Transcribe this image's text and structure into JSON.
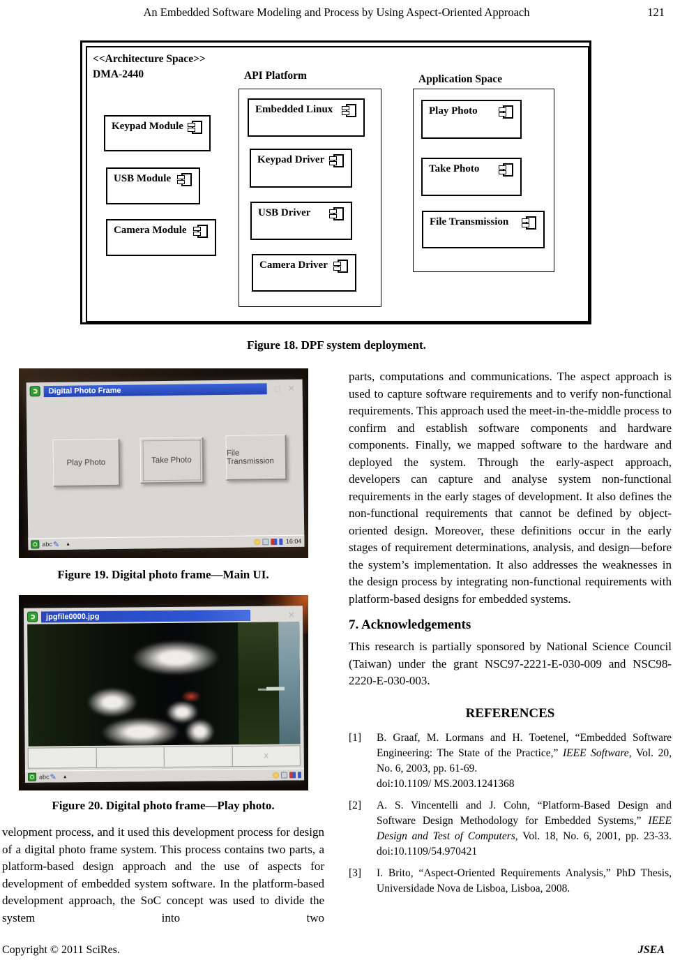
{
  "header": {
    "title": "An Embedded Software Modeling and Process by Using Aspect-Oriented Approach",
    "page_number": "121"
  },
  "figure18": {
    "caption": "Figure 18. DPF system deployment.",
    "stereotype": "<<Architecture Space>>",
    "board": "DMA-2440",
    "modules": [
      "Keypad Module",
      "USB Module",
      "Camera Module"
    ],
    "api_platform": {
      "label": "API Platform",
      "components": [
        "Embedded Linux",
        "Keypad Driver",
        "USB Driver",
        "Camera Driver"
      ]
    },
    "application_space": {
      "label": "Application Space",
      "components": [
        "Play Photo",
        "Take Photo",
        "File Transmission"
      ]
    }
  },
  "figure19": {
    "caption": "Figure 19. Digital photo frame—Main UI.",
    "window_title": "Digital Photo Frame",
    "buttons": [
      "Play Photo",
      "Take Photo",
      "File Transmission"
    ],
    "taskbar": {
      "input_label": "abc",
      "time": "16:04"
    }
  },
  "figure20": {
    "caption": "Figure 20. Digital photo frame—Play photo.",
    "window_title": "jpgfile0000.jpg",
    "buttons": [
      "",
      "",
      "",
      "X"
    ],
    "taskbar": {
      "input_label": "abc"
    }
  },
  "left_column": {
    "paragraph": "velopment process, and it used this development process for design of a digital photo frame system. This process contains two parts, a platform-based design approach and the use of aspects for development of embedded system software. In the platform-based development approach, the SoC concept was used to divide the system into two"
  },
  "right_column": {
    "paragraph": "parts, computations and communications. The aspect approach is used to capture software requirements and to verify non-functional requirements. This approach used the meet-in-the-middle process to confirm and establish software components and hardware components. Finally, we mapped software to the hardware and deployed the system. Through the early-aspect approach, developers can capture and analyse system non-functional requirements in the early stages of development. It also defines the non-functional requirements that cannot be defined by object-oriented design. Moreover, these definitions occur in the early stages of requirement determinations, analysis, and design—before the system’s implementation. It also addresses the weaknesses in the design process by integrating non-functional requirements with platform-based designs for embedded systems.",
    "ack_heading": "7. Acknowledgements",
    "ack_text": "This research is partially sponsored by National Science Council (Taiwan) under the grant NSC97-2221-E-030-009 and NSC98-2220-E-030-003.",
    "references_heading": "REFERENCES",
    "references": [
      {
        "num": "[1]",
        "before": "B. Graaf, M. Lormans and H. Toetenel, “Embedded Software Engineering: The State of the Practice,” ",
        "italic": "IEEE Software",
        "after": ", Vol. 20, No. 6, 2003, pp. 61-69.",
        "line2": "doi:10.1109/ MS.2003.1241368"
      },
      {
        "num": "[2]",
        "before": "A. S. Vincentelli and J. Cohn, “Platform-Based Design and Software Design Methodology for Embedded Systems,” ",
        "italic": "IEEE Design and Test of Computers",
        "after": ", Vol. 18, No. 6, 2001, pp. 23-33. doi:10.1109/54.970421",
        "line2": ""
      },
      {
        "num": "[3]",
        "before": "I. Brito, “Aspect-Oriented Requirements Analysis,” PhD Thesis, Universidade Nova de Lisboa, Lisboa, 2008.",
        "italic": "",
        "after": "",
        "line2": ""
      }
    ]
  },
  "footer": {
    "copyright": "Copyright © 2011 SciRes.",
    "journal": "JSEA"
  },
  "colors": {
    "titlebar_blue": "#2b50cc",
    "logo_green": "#2f9e33",
    "screen_gray": "#d8d7d3"
  }
}
